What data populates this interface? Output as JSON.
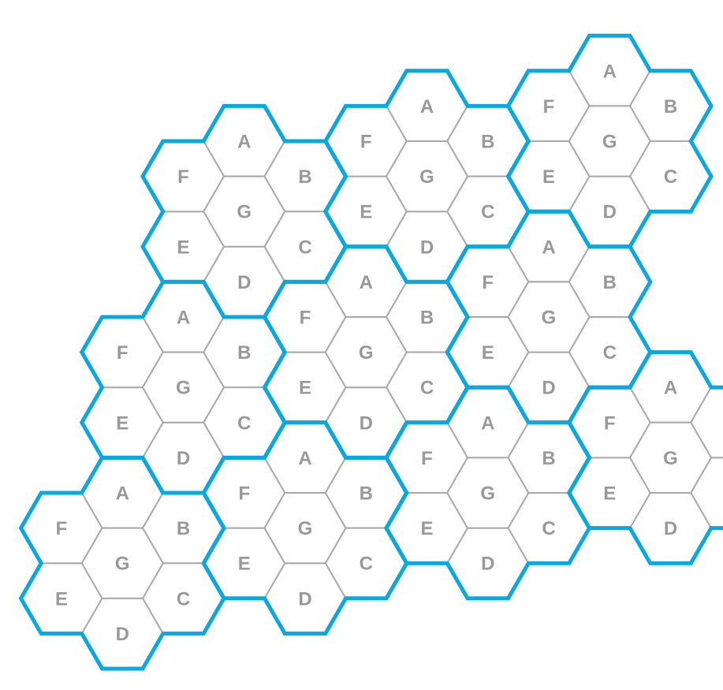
{
  "colors": {
    "outline": "#0aa8e0",
    "cell_line": "#a9a9a9",
    "label": "#999999",
    "background": "#ffffff"
  },
  "cell_labels": {
    "top": "A",
    "upper_right": "B",
    "lower_right": "C",
    "bottom": "D",
    "lower_left": "E",
    "upper_left": "F",
    "center": "G"
  },
  "clusters": [
    {
      "col": 0,
      "row": 0
    },
    {
      "col": 1,
      "row": 0
    },
    {
      "col": 2,
      "row": 0
    },
    {
      "col": 3,
      "row": 0
    },
    {
      "col": 0,
      "row": 1
    },
    {
      "col": 1,
      "row": 1
    },
    {
      "col": 2,
      "row": 1
    },
    {
      "col": 0,
      "row": 2
    },
    {
      "col": 1,
      "row": 2
    },
    {
      "col": 2,
      "row": 2
    }
  ]
}
